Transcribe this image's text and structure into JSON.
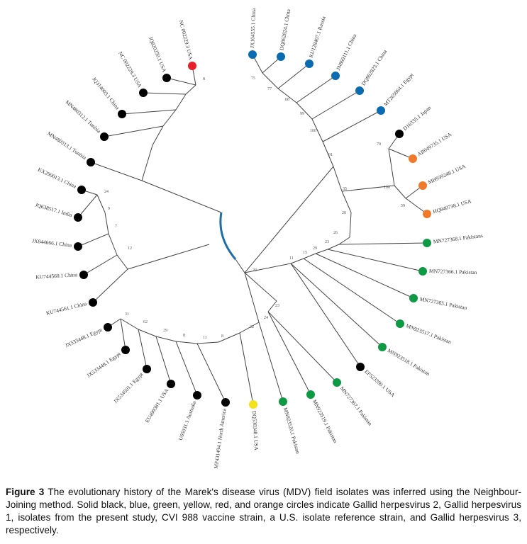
{
  "colors": {
    "black": "#000000",
    "blue": "#0a6bb0",
    "green": "#0e9a45",
    "yellow": "#f2e21a",
    "red": "#e8202a",
    "orange": "#f07a2a",
    "branch": "#444444",
    "root_highlight": "#1e6fa8"
  },
  "leaves": [
    {
      "label": "NC 002229.3 USA",
      "color": "red"
    },
    {
      "label": "JQ820250.1 USA",
      "color": "black"
    },
    {
      "label": "NC 002229.3 USA",
      "color": "black"
    },
    {
      "label": "JQ314003.1 China",
      "color": "black"
    },
    {
      "label": "MN480312.1 Tunisia",
      "color": "black"
    },
    {
      "label": "MN480313.1 Tunisia",
      "color": "black"
    },
    {
      "label": "KX290013.1 China",
      "color": "black"
    },
    {
      "label": "JQ638517.1 India",
      "color": "black"
    },
    {
      "label": "JX844666.1 China",
      "color": "black"
    },
    {
      "label": "KU744560.1 China",
      "color": "black"
    },
    {
      "label": "KU744561.1 China",
      "color": "black"
    },
    {
      "label": "JX533448.1 Egypt",
      "color": "black"
    },
    {
      "label": "JX533449.1 Egypt",
      "color": "black"
    },
    {
      "label": "JX534501.1 Egypt",
      "color": "black"
    },
    {
      "label": "EU499381.1 USA",
      "color": "black"
    },
    {
      "label": "U65031.1 Australia",
      "color": "black"
    },
    {
      "label": "MF431494.1 North America",
      "color": "black"
    },
    {
      "label": "DQ530348.1 USA",
      "color": "yellow"
    },
    {
      "label": "MN923520.1 Pakistan",
      "color": "green"
    },
    {
      "label": "MN923519.1 Pakistan",
      "color": "green"
    },
    {
      "label": "MN727367.1 Pakistan",
      "color": "green"
    },
    {
      "label": "EF523390.1 USA",
      "color": "black"
    },
    {
      "label": "MN923518.1 Pakistan",
      "color": "green"
    },
    {
      "label": "MN923517.1 Pakistan",
      "color": "green"
    },
    {
      "label": "MN727365.1 Pakistan",
      "color": "green"
    },
    {
      "label": "MN727366.1 Pakistan",
      "color": "green"
    },
    {
      "label": "MN727368.1 Pakistans",
      "color": "green"
    },
    {
      "label": "HQ840738.1 USA",
      "color": "orange"
    },
    {
      "label": "MH939248.1 USA",
      "color": "orange"
    },
    {
      "label": "AB049735.1 USA",
      "color": "orange"
    },
    {
      "label": "D16335.1 Japan",
      "color": "black"
    },
    {
      "label": "MT265064.1 Egypt",
      "color": "blue"
    },
    {
      "label": "DQ862823.1 China",
      "color": "blue"
    },
    {
      "label": "JN869111.1 China",
      "color": "blue"
    },
    {
      "label": "KU128407.1 Russia",
      "color": "blue"
    },
    {
      "label": "DQ862824.1 China",
      "color": "blue"
    },
    {
      "label": "JX104555.1 China",
      "color": "blue"
    }
  ],
  "bootstrap": [
    "75",
    "77",
    "68",
    "99",
    "100",
    "91",
    "35",
    "20",
    "26",
    "23",
    "29",
    "15",
    "11",
    "23",
    "24",
    "70",
    "100",
    "59",
    "8",
    "24",
    "9",
    "7",
    "12",
    "31",
    "62",
    "29",
    "8",
    "11",
    "8",
    "22",
    "20"
  ],
  "caption": {
    "figure_label": "Figure 3",
    "text": " The evolutionary history of the Marek's disease virus (MDV) field isolates was inferred using the Neighbour-Joining method. Solid black, blue, green, yellow, red, and orange circles indicate Gallid herpesvirus 2, Gallid herpesvirus 1, isolates from the present study, CVI 988 vaccine strain, a U.S. isolate reference strain, and Gallid herpesvirus 3, respectively."
  }
}
